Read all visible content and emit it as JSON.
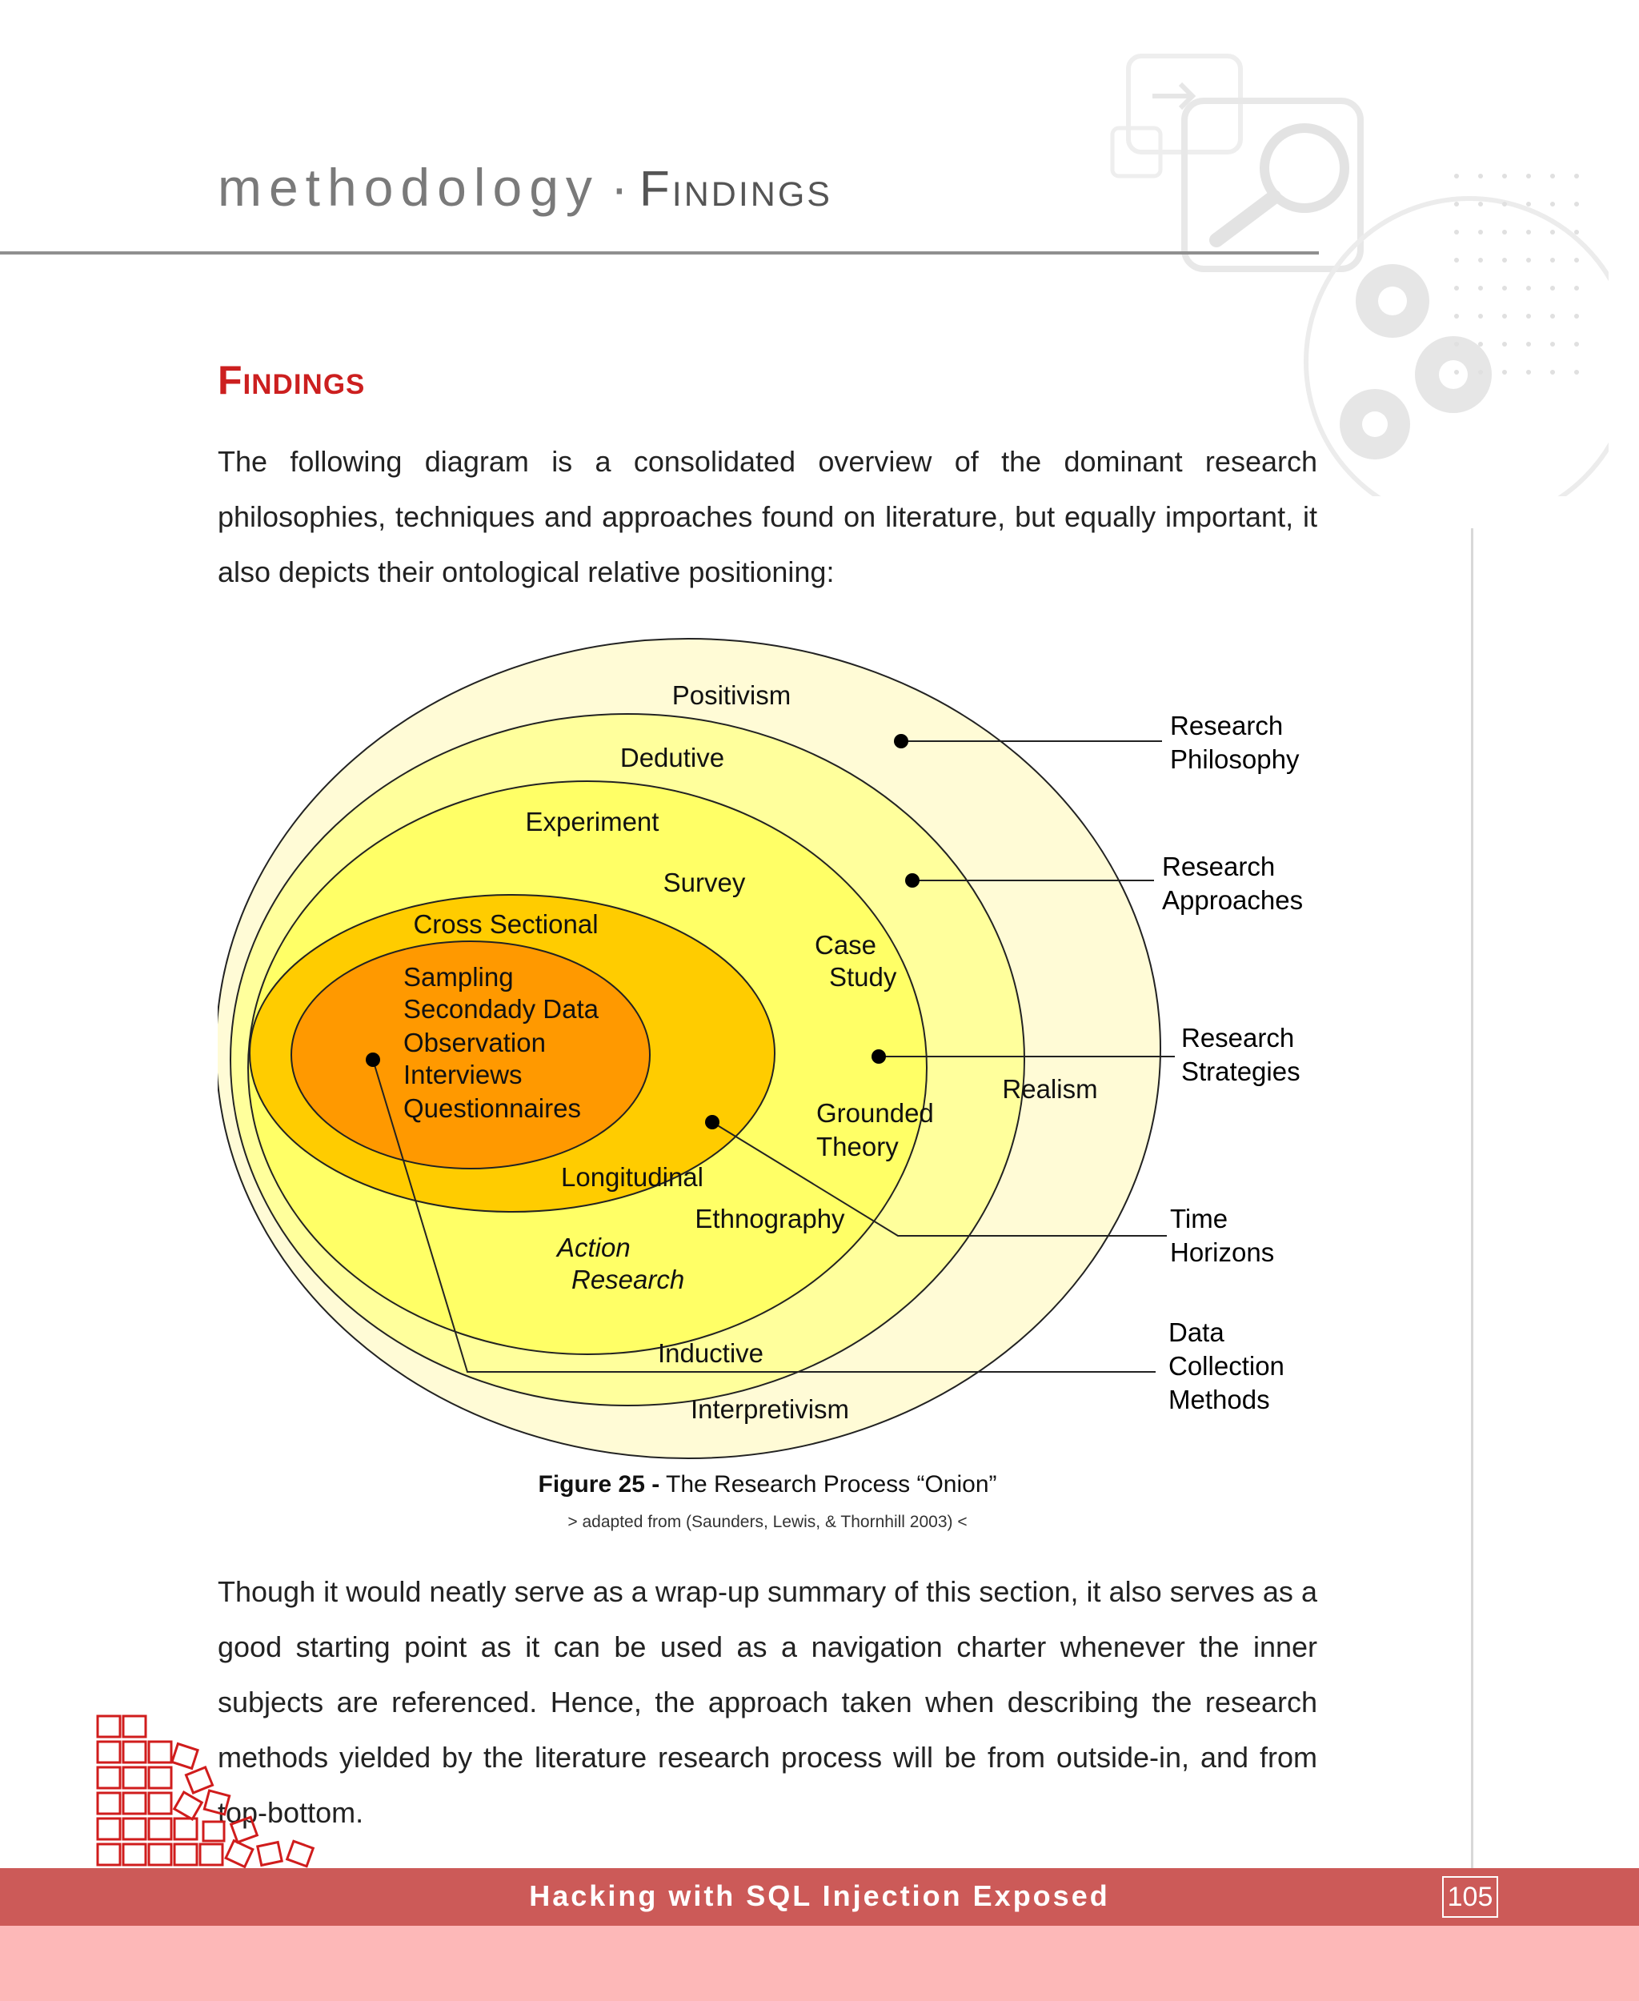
{
  "header": {
    "title_main": "methodology",
    "separator": "·",
    "title_sub": "Findings"
  },
  "section": {
    "title": "Findings"
  },
  "paragraphs": {
    "intro": "The following diagram is a consolidated overview of the dominant research philosophies, techniques and approaches found on literature, but equally important, it also depicts their ontological relative positioning:",
    "closing": "Though it would neatly serve as a wrap-up summary of this section, it also serves as a good starting point as it can be used as a navigation charter whenever the inner subjects are referenced. Hence, the approach taken when describing the research methods yielded by the literature research process will be from outside-in, and from top-bottom."
  },
  "diagram": {
    "layers": {
      "positivism": "Positivism",
      "interpretivism": "Interpretivism",
      "realism": "Realism",
      "dedutive": "Dedutive",
      "inductive": "Inductive",
      "experiment": "Experiment",
      "survey": "Survey",
      "case_study": [
        "Case",
        "Study"
      ],
      "grounded_theory": [
        "Grounded",
        "Theory"
      ],
      "ethnography": "Ethnography",
      "action_research": [
        "Action",
        "Research"
      ],
      "cross_sectional": "Cross Sectional",
      "longitudinal": "Longitudinal",
      "methods": [
        "Sampling",
        "Secondady Data",
        "Observation",
        "Interviews",
        "Questionnaires"
      ]
    },
    "callouts": {
      "philosophy": [
        "Research",
        "Philosophy"
      ],
      "approaches": [
        "Research",
        "Approaches"
      ],
      "strategies": [
        "Research",
        "Strategies"
      ],
      "time": [
        "Time",
        "Horizons"
      ],
      "data": [
        "Data",
        "Collection",
        "Methods"
      ]
    },
    "colors": {
      "outer": "#fffbd6",
      "ring2": "#ffff9c",
      "ring3": "#ffff66",
      "ring4": "#ffcc00",
      "core": "#ff9900"
    }
  },
  "caption": {
    "label": "Figure 25 -",
    "text": " The Research Process “Onion”",
    "source": "> adapted from (Saunders, Lewis, & Thornhill 2003) <"
  },
  "footer": {
    "title": "Hacking with SQL Injection Exposed",
    "page_number": "105"
  }
}
